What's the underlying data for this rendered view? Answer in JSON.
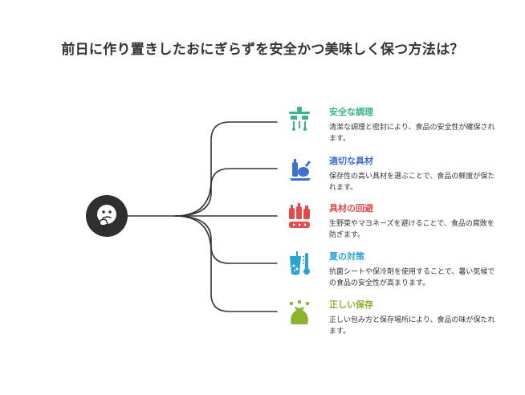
{
  "title": "前日に作り置きしたおにぎらずを安全かつ美味しく保つ方法は？",
  "hub_icon": "thinking-face-icon",
  "items": [
    {
      "name": "安全な調理",
      "desc": "清潔な調理と密封により、食品の安全性が確保されます。",
      "color": "#3bb585",
      "icon": "kitchen-tools-icon"
    },
    {
      "name": "適切な具材",
      "desc": "保存性の高い具材を選ぶことで、食品の鮮度が保たれます。",
      "color": "#3f6fcf",
      "icon": "ingredients-icon"
    },
    {
      "name": "具材の回避",
      "desc": "生野菜やマヨネーズを避けることで、食品の腐敗を防ぎます。",
      "color": "#e04b4b",
      "icon": "bottles-icon"
    },
    {
      "name": "夏の対策",
      "desc": "抗菌シートや保冷剤を使用することで、暑い気候での食品の安全性が高まります。",
      "color": "#2ba3d6",
      "icon": "cold-drink-thermometer-icon"
    },
    {
      "name": "正しい保存",
      "desc": "正しい包み方と保存場所により、食品の味が保たれます。",
      "color": "#8bb32f",
      "icon": "wrapped-bag-icon"
    }
  ]
}
